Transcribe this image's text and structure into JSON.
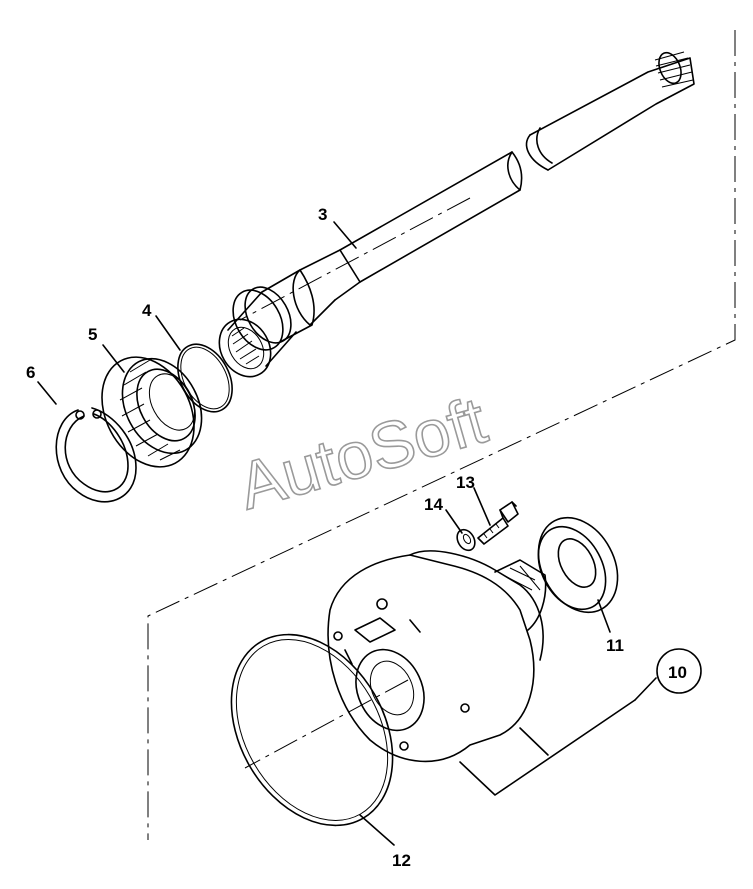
{
  "watermark": "AutoSoft",
  "callouts": {
    "c3": "3",
    "c4": "4",
    "c5": "5",
    "c6": "6",
    "c10": "10",
    "c11": "11",
    "c12": "12",
    "c13": "13",
    "c14": "14"
  },
  "colors": {
    "line": "#000000",
    "watermark": "#9a9a9a",
    "background": "#ffffff"
  }
}
